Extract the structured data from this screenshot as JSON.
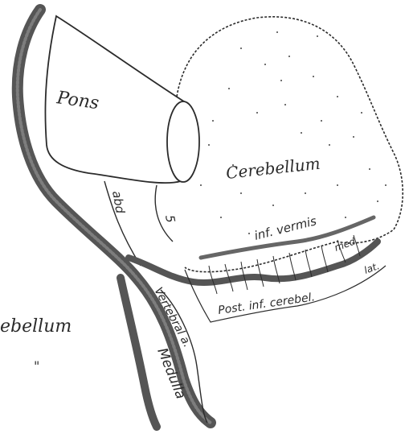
{
  "labels": {
    "pons": "Pons",
    "cerebellum": "Cerebellum",
    "cerebellum_partial": "ebellum",
    "mark": "\"",
    "abd": "abd",
    "nerve_5": "5",
    "inf_vermis": "inf. vermis",
    "med": "med.",
    "lat": "lat.",
    "post_inf_cerebellar": "Post. inf. cerebel.",
    "vertebral_a": "Vertebral a.",
    "medulla": "Medulla"
  },
  "colors": {
    "ink": "#2b2b2b",
    "vessel": "#555555",
    "paper": "#ffffff"
  }
}
